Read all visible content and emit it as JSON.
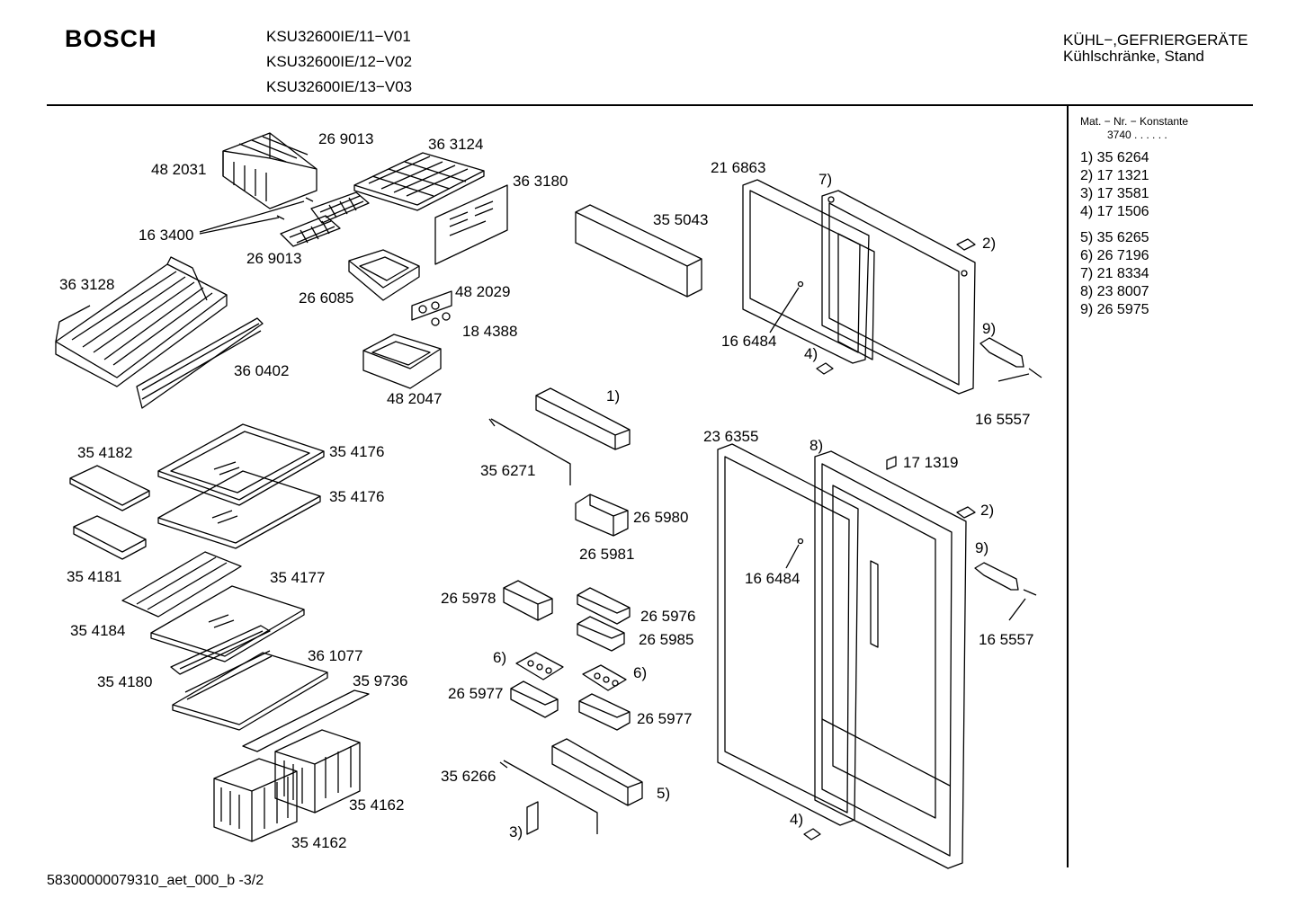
{
  "brand": "BOSCH",
  "models": [
    "KSU32600IE/11−V01",
    "KSU32600IE/12−V02",
    "KSU32600IE/13−V03"
  ],
  "category": {
    "line1": "KÜHL−,GEFRIERGERÄTE",
    "line2": "Kühlschränke, Stand"
  },
  "side_panel": {
    "header": "Mat. − Nr. − Konstante",
    "constant": "3740 .  .      .  .  .  .",
    "items": [
      "1) 35 6264",
      "2) 17 1321",
      "3) 17 3581",
      "4) 17 1506",
      "5) 35 6265",
      "6) 26 7196",
      "7) 21 8334",
      "8) 23 8007",
      "9) 26 5975"
    ]
  },
  "parts": {
    "p482031": "48 2031",
    "p269013a": "26 9013",
    "p363124": "36 3124",
    "p363180": "36 3180",
    "p163400": "16 3400",
    "p269013b": "26 9013",
    "p363128": "36 3128",
    "p266085": "26 6085",
    "p482029": "48 2029",
    "p184388": "18 4388",
    "p360402": "36 0402",
    "p482047": "48 2047",
    "p355043": "35 5043",
    "p216863": "21 6863",
    "r7": "7)",
    "r2a": "2)",
    "r9a": "9)",
    "p166484a": "16 6484",
    "r4a": "4)",
    "p165557a": "16 5557",
    "r1": "1)",
    "p356271": "35 6271",
    "p354182": "35 4182",
    "p354176a": "35 4176",
    "p354176b": "35 4176",
    "p354181": "35 4181",
    "p354177": "35 4177",
    "p354184": "35 4184",
    "p361077": "36 1077",
    "p354180": "35 4180",
    "p359736": "35 9736",
    "p354162a": "35 4162",
    "p354162b": "35 4162",
    "p265980": "26 5980",
    "p265981": "26 5981",
    "p265978": "26 5978",
    "p265976": "26 5976",
    "p265985": "26 5985",
    "r6a": "6)",
    "r6b": "6)",
    "p265977a": "26 5977",
    "p265977b": "26 5977",
    "p356266": "35 6266",
    "r5": "5)",
    "r3": "3)",
    "p236355": "23 6355",
    "r8": "8)",
    "p171319": "17 1319",
    "r2b": "2)",
    "r9b": "9)",
    "p166484b": "16 6484",
    "p165557b": "16 5557",
    "r4b": "4)"
  },
  "footer": "58300000079310_aet_000_b   -3/2"
}
